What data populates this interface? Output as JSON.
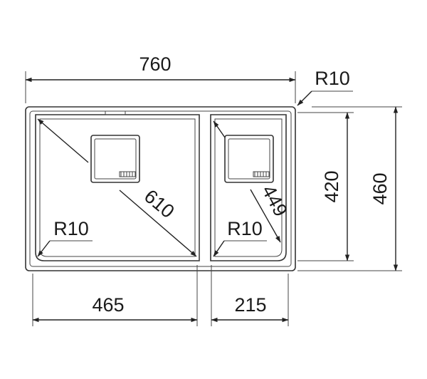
{
  "dimensions": {
    "overall_width": "760",
    "corner_radius_outer": "R10",
    "bowl_height": "420",
    "overall_height": "460",
    "large_bowl_diagonal": "610",
    "small_bowl_diagonal": "449",
    "large_bowl_radius": "R10",
    "small_bowl_radius": "R10",
    "large_bowl_width": "465",
    "small_bowl_width": "215"
  },
  "colors": {
    "line": "#222222",
    "background": "#ffffff"
  }
}
